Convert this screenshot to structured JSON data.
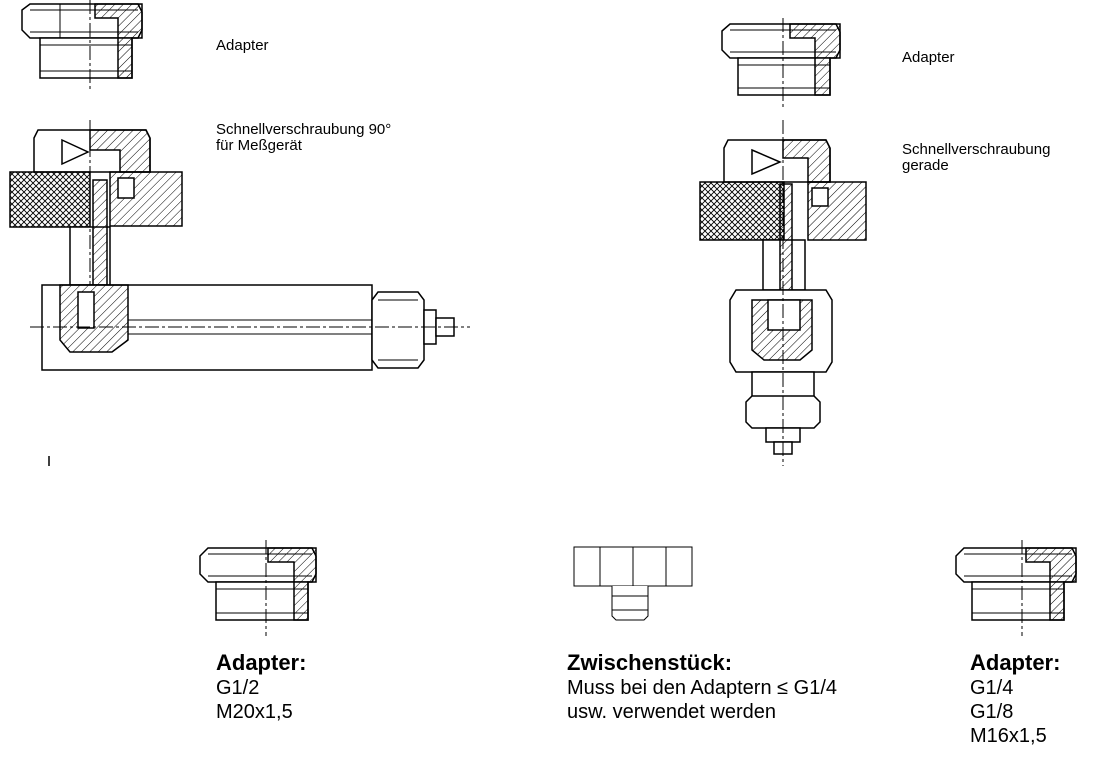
{
  "labels": {
    "adapter_top_left": "Adapter",
    "coupling_90": "Schnellverschraubung 90°\nfür Meßgerät",
    "adapter_top_right": "Adapter",
    "coupling_straight": "Schnellverschraubung\ngerade"
  },
  "captions": {
    "adapter_1": {
      "title": "Adapter:",
      "lines": "G1/2\nM20x1,5"
    },
    "spacer": {
      "title": "Zwischenstück:",
      "lines": "Muss bei den Adaptern ≤ G1/4\nusw. verwendet werden"
    },
    "adapter_2": {
      "title": "Adapter:",
      "lines": "G1/4\nG1/8\nM16x1,5"
    }
  }
}
